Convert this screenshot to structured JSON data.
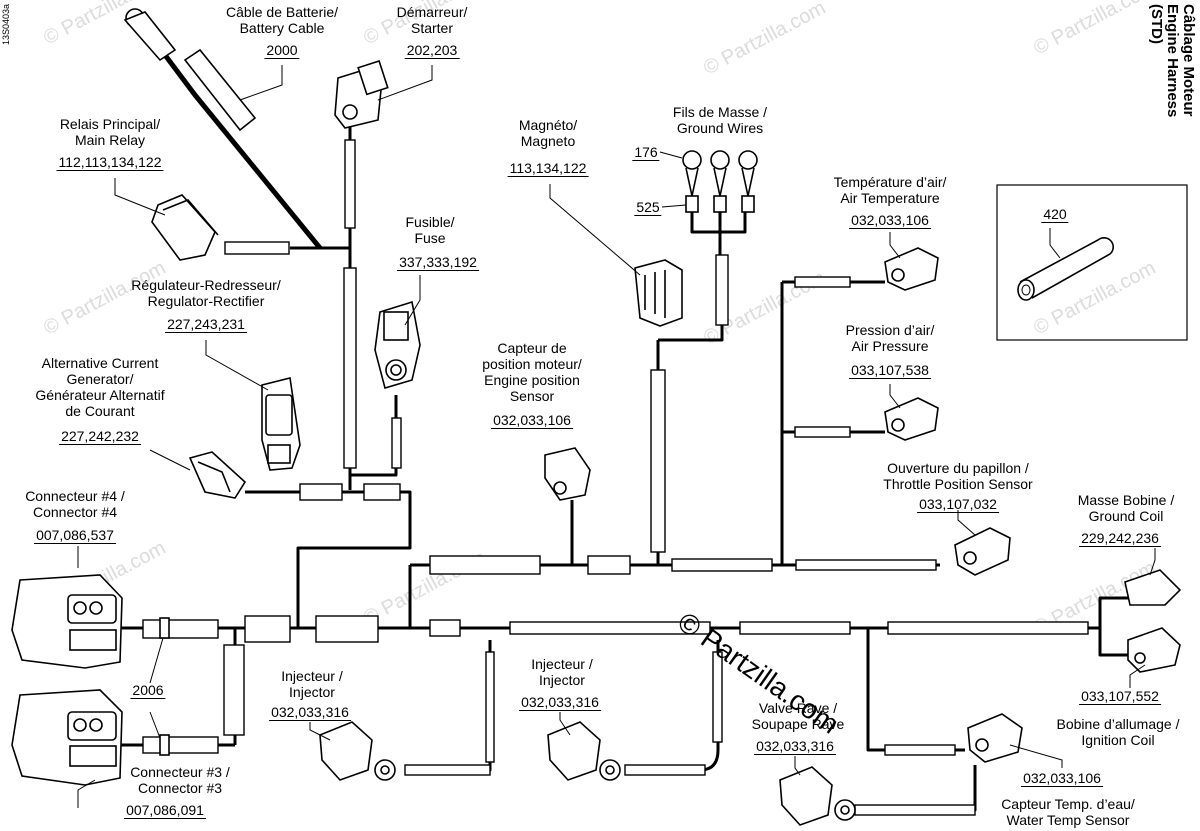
{
  "document_code": "13S0403a",
  "title": {
    "line1": "Câblage Moteur",
    "line2": "Engine Harness",
    "line3": "(STD)"
  },
  "watermark": {
    "text": "© Partzilla.com",
    "center_text": "© Partzilla.com"
  },
  "components": {
    "battery_cable": {
      "label_fr": "Câble de Batterie/",
      "label_en": "Battery Cable",
      "parts": "2000"
    },
    "starter": {
      "label_fr": "Démarreur/",
      "label_en": "Starter",
      "parts": "202,203"
    },
    "main_relay": {
      "label_fr": "Relais Principal/",
      "label_en": "Main Relay",
      "parts": "112,113,134,122"
    },
    "regulator": {
      "label_fr": "Régulateur-Redresseur/",
      "label_en": "Regulator-Rectifier",
      "parts": "227,243,231"
    },
    "fuse": {
      "label_fr": "Fusible/",
      "label_en": "Fuse",
      "parts": "337,333,192"
    },
    "generator": {
      "line1": "Alternative Current",
      "line2": "Generator/",
      "line3": "Générateur Alternatif",
      "line4": "de Courant",
      "parts": "227,242,232"
    },
    "magneto": {
      "label_fr": "Magnéto/",
      "label_en": "Magneto",
      "parts": "113,134,122"
    },
    "ground_wires": {
      "label_fr": "Fils de Masse /",
      "label_en": "Ground Wires",
      "part_a": "176",
      "part_b": "525"
    },
    "air_temp": {
      "label_fr": "Température d’air/",
      "label_en": "Air Temperature",
      "parts": "032,033,106"
    },
    "air_pressure": {
      "label_fr": "Pression d’air/",
      "label_en": "Air Pressure",
      "parts": "033,107,538"
    },
    "engine_pos": {
      "line1": "Capteur de",
      "line2": "position moteur/",
      "line3": "Engine position",
      "line4": "Sensor",
      "parts": "032,033,106"
    },
    "throttle": {
      "label_fr": "Ouverture du papillon /",
      "label_en": "Throttle Position Sensor",
      "parts": "033,107,032"
    },
    "ground_coil": {
      "label_fr": "Masse Bobine /",
      "label_en": "Ground Coil",
      "parts": "229,242,236"
    },
    "ignition_coil": {
      "label_fr": "Bobine d’allumage /",
      "label_en": "Ignition Coil",
      "parts": "033,107,552"
    },
    "connector4": {
      "label_fr": "Connecteur #4 /",
      "label_en": "Connector #4",
      "parts": "007,086,537"
    },
    "connector3": {
      "label_fr": "Connecteur #3 /",
      "label_en": "Connector #3",
      "parts": "007,086,091"
    },
    "clip": {
      "parts": "2006"
    },
    "injector1": {
      "label_fr": "Injecteur /",
      "label_en": "Injector",
      "parts": "032,033,316"
    },
    "injector2": {
      "label_fr": "Injecteur /",
      "label_en": "Injector",
      "parts": "032,033,316"
    },
    "rave_valve": {
      "label_fr": "Valve Rave /",
      "label_en": "Soupape Rave",
      "parts": "032,033,316"
    },
    "water_temp": {
      "label_fr": "Capteur Temp. d’eau/",
      "label_en": "Water Temp Sensor",
      "parts": "032,033,106"
    },
    "tube": {
      "parts": "420"
    }
  }
}
